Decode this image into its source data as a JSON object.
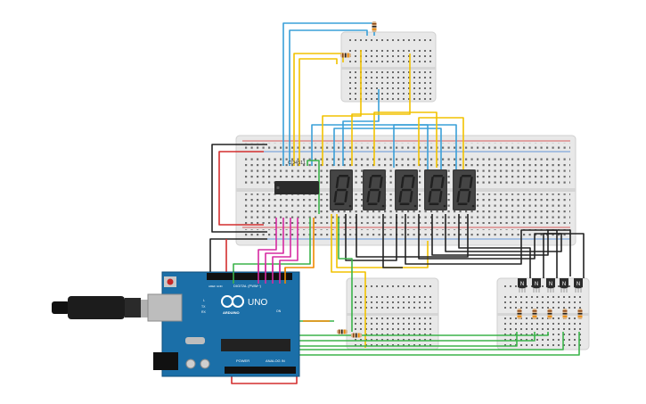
{
  "arduino": {
    "logo_text": "ARDUINO",
    "model": "UNO",
    "digital_label": "DIGITAL (PWM~)",
    "power_label": "POWER",
    "analog_label": "ANALOG IN",
    "pin_aref": "AREF",
    "pin_gnd": "GND",
    "pin_tx": "TX",
    "pin_rx": "RX",
    "pin_l": "L",
    "pin_on": "ON"
  },
  "decoder_chip": {
    "label": "CD4511"
  },
  "transistors": [
    {
      "label": "N"
    },
    {
      "label": "N"
    },
    {
      "label": "N"
    },
    {
      "label": "N"
    },
    {
      "label": "N"
    }
  ],
  "displays": [
    {
      "segments": "88"
    },
    {
      "segments": "88"
    },
    {
      "segments": "88"
    },
    {
      "segments": "88"
    },
    {
      "segments": "88"
    }
  ],
  "colors": {
    "breadboard": "#e6e6e6",
    "breadboard_edge": "#cfcfcf",
    "hole": "#555555",
    "arduino_board": "#1b6fa8",
    "display_body": "#333333",
    "segment": "#3b3b3b",
    "wire_red": "#d32f2f",
    "wire_black": "#222222",
    "wire_blue": "#3aa0d8",
    "wire_yellow": "#f2c200",
    "wire_green": "#3bb44a",
    "wire_magenta": "#d62aa2",
    "wire_orange": "#f08a00"
  }
}
